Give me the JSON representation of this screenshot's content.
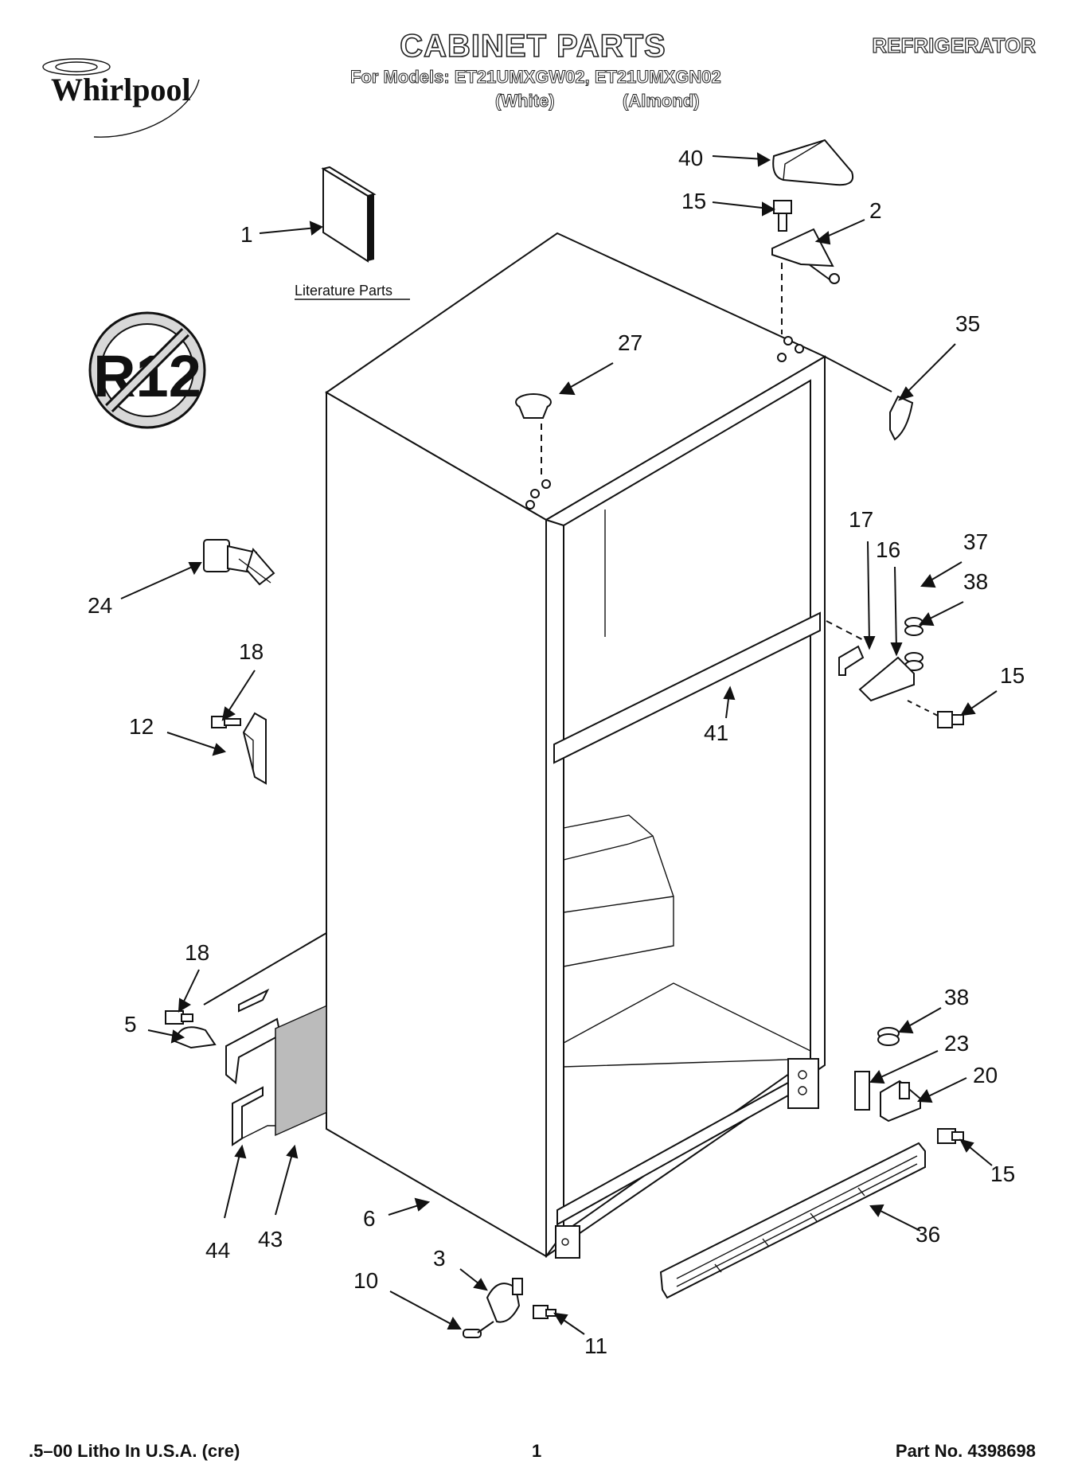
{
  "header": {
    "brand": "Whirlpool",
    "title": "CABINET PARTS",
    "models_line": "For Models: ET21UMXGW02, ET21UMXGN02",
    "color_white": "(White)",
    "color_almond": "(Almond)",
    "category": "REFRIGERATOR"
  },
  "badge": {
    "text": "R12"
  },
  "literature_label": "Literature Parts",
  "callouts": [
    "40",
    "15",
    "2",
    "1",
    "35",
    "27",
    "17",
    "16",
    "37",
    "38",
    "15",
    "24",
    "18",
    "12",
    "41",
    "18",
    "38",
    "5",
    "23",
    "20",
    "15",
    "36",
    "6",
    "44",
    "43",
    "3",
    "10",
    "11"
  ],
  "footer": {
    "print_info": ".5–00 Litho In U.S.A. (cre)",
    "page_number": "1",
    "part_no": "Part No. 4398698"
  }
}
